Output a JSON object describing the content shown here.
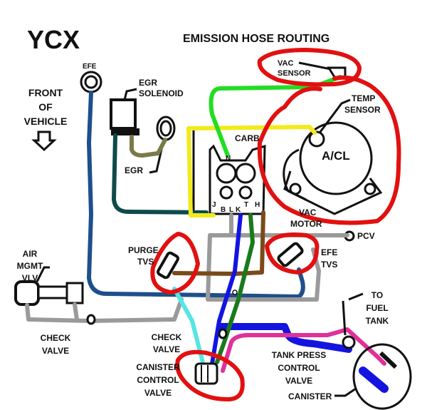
{
  "diagram": {
    "code": "YCX",
    "title": "EMISSION HOSE ROUTING",
    "labels": {
      "efe": "EFE",
      "front": [
        "FRONT",
        "OF",
        "VEHICLE"
      ],
      "egr_solenoid": [
        "EGR",
        "SOLENOID"
      ],
      "egr": "EGR",
      "carb": "CARB",
      "carb_ports": [
        "N",
        "J",
        "B",
        "L",
        "K",
        "T",
        "H"
      ],
      "vac_sensor": [
        "VAC",
        "SENSOR"
      ],
      "temp_sensor": [
        "TEMP",
        "SENSOR"
      ],
      "air_cleaner": "A/CL",
      "vac_motor": [
        "VAC",
        "MOTOR"
      ],
      "pcv": "PCV",
      "purge_tvs": [
        "PURGE",
        "TVS"
      ],
      "efe_tvs": [
        "EFE",
        "TVS"
      ],
      "air_mgmt_vlv": [
        "AIR",
        "MGMT",
        "VLV"
      ],
      "check_valve_left": [
        "CHECK",
        "VALVE"
      ],
      "check_valve_mid": [
        "CHECK",
        "VALVE"
      ],
      "canister_control_valve": [
        "CANISTER",
        "CONTROL",
        "VALVE"
      ],
      "tank_press_control_valve": [
        "TANK PRESS",
        "CONTROL",
        "VALVE"
      ],
      "to_fuel_tank": [
        "TO",
        "FUEL",
        "TANK"
      ],
      "canister": "CANISTER"
    },
    "colors": {
      "highlight": "#e21010",
      "efe_hose": "#1e4f8a",
      "egr_hose": "#0f4a4a",
      "egr_sol_hose": "#7a7a4a",
      "yellow_hose": "#f2ea1a",
      "green_hose": "#22dd22",
      "gray_hose": "#9a9a9a",
      "blue_hose": "#1414e0",
      "dark_green_hose": "#1a7a1a",
      "brown_hose": "#7a4a1a",
      "cyan_hose": "#55e5e5",
      "pink_hose": "#e0309a"
    }
  }
}
